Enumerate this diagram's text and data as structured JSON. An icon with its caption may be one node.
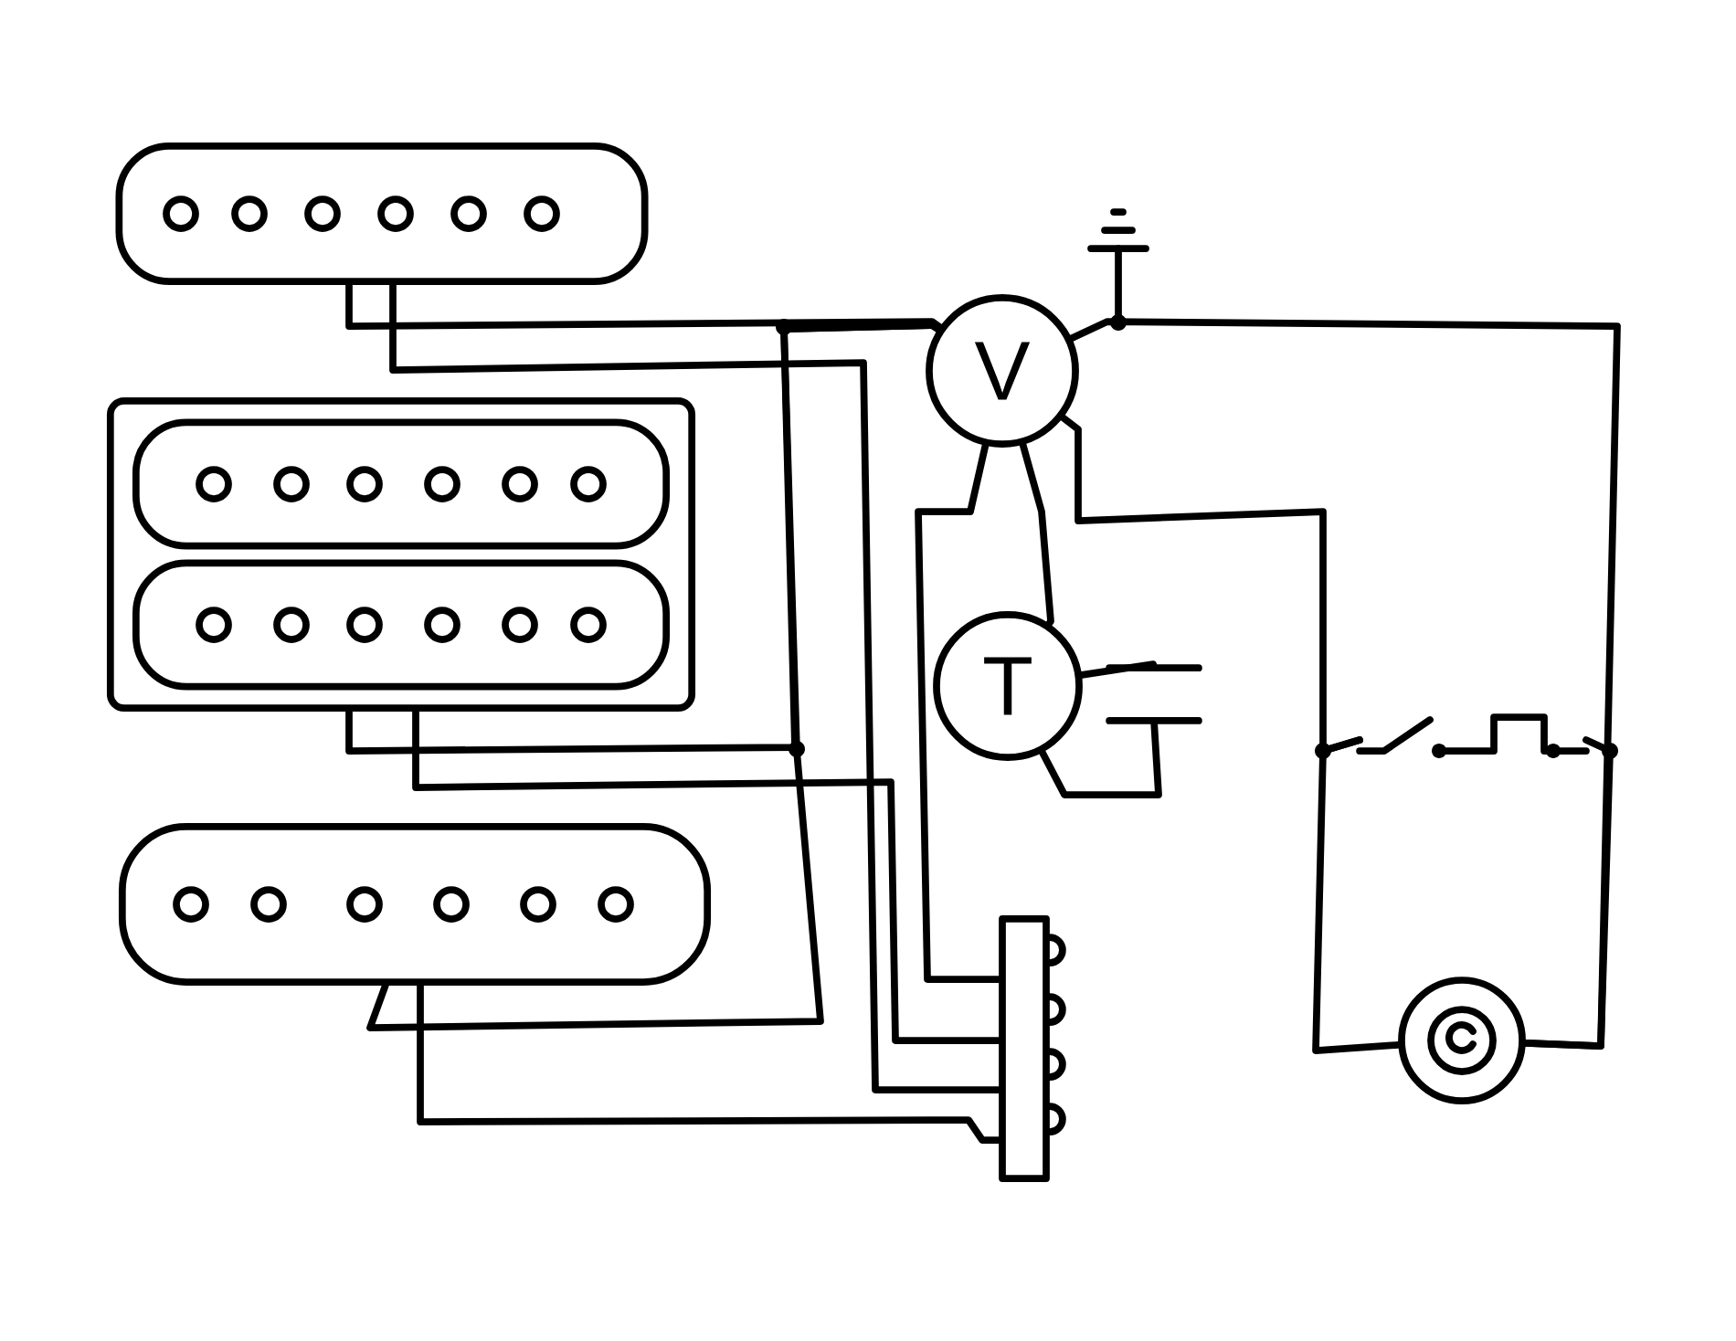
{
  "diagram": {
    "nodes": [
      {
        "text": [],
        "shape": "box"
      },
      {
        "text": [],
        "shape": "box"
      },
      {
        "text": [],
        "shape": "box",
        "in": 1
      },
      {
        "text": [],
        "shape": "box",
        "in": 1
      },
      {
        "text": [],
        "shape": "box"
      },
      {
        "text": [
          "V"
        ]
      },
      {
        "text": [
          "T"
        ]
      },
      {
        "text": [],
        "shape": "capacitor"
      },
      {
        "text": [],
        "shape": "bar"
      },
      {
        "text": [],
        "shape": "switch"
      },
      {
        "text": [],
        "shape": "circle"
      }
    ],
    "edges": [
      {
        "from": 0,
        "to": 5,
        "arrow": "none"
      },
      {
        "from": 0,
        "to": 8,
        "arrow": "none"
      },
      {
        "from": 1,
        "to": 5,
        "arrow": "none"
      },
      {
        "from": 1,
        "to": 8,
        "arrow": "none"
      },
      {
        "from": 4,
        "to": 8,
        "arrow": "none"
      },
      {
        "from": 4,
        "to": 5,
        "arrow": "none"
      },
      {
        "from": 5,
        "to": 8,
        "arrow": "none"
      },
      {
        "from": 5,
        "to": 6,
        "arrow": "none"
      },
      {
        "from": 6,
        "to": 7,
        "arrow": "none"
      },
      {
        "from": 7,
        "to": 6,
        "arrow": "none"
      },
      {
        "from": 5,
        "to": 10,
        "arrow": "none"
      },
      {
        "from": 5,
        "to": 9,
        "arrow": "none"
      },
      {
        "from": 9,
        "to": 10,
        "arrow": "none"
      },
      {
        "from": 9,
        "to": 10,
        "arrow": "none"
      }
    ]
  }
}
